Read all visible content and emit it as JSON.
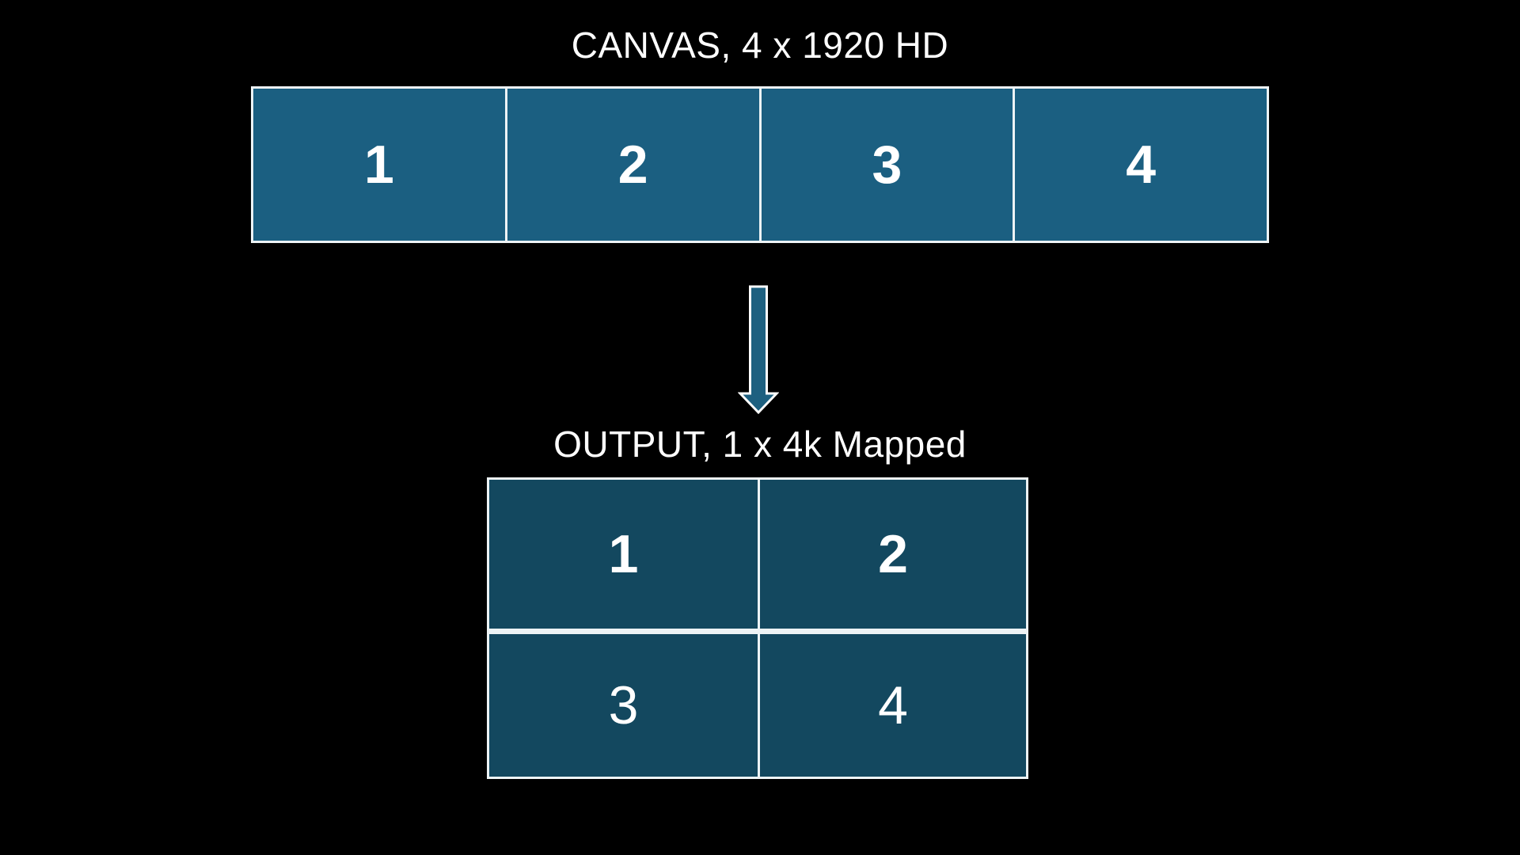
{
  "colors": {
    "background": "#000000",
    "canvas_fill": "#1B5F81",
    "output_fill": "#13485F",
    "arrow_fill": "#1D6080",
    "border": "#EDF3F5",
    "text": "#FFFFFF"
  },
  "canvas": {
    "title": "CANVAS, 4 x 1920 HD",
    "cells": [
      {
        "label": "1",
        "weight": "bold"
      },
      {
        "label": "2",
        "weight": "bold"
      },
      {
        "label": "3",
        "weight": "bold"
      },
      {
        "label": "4",
        "weight": "bold"
      }
    ]
  },
  "arrow": {
    "icon": "down-block-arrow"
  },
  "output": {
    "title": "OUTPUT, 1 x 4k Mapped",
    "cells": [
      {
        "label": "1",
        "weight": "bold"
      },
      {
        "label": "2",
        "weight": "bold"
      },
      {
        "label": "3",
        "weight": "light"
      },
      {
        "label": "4",
        "weight": "light"
      }
    ]
  }
}
